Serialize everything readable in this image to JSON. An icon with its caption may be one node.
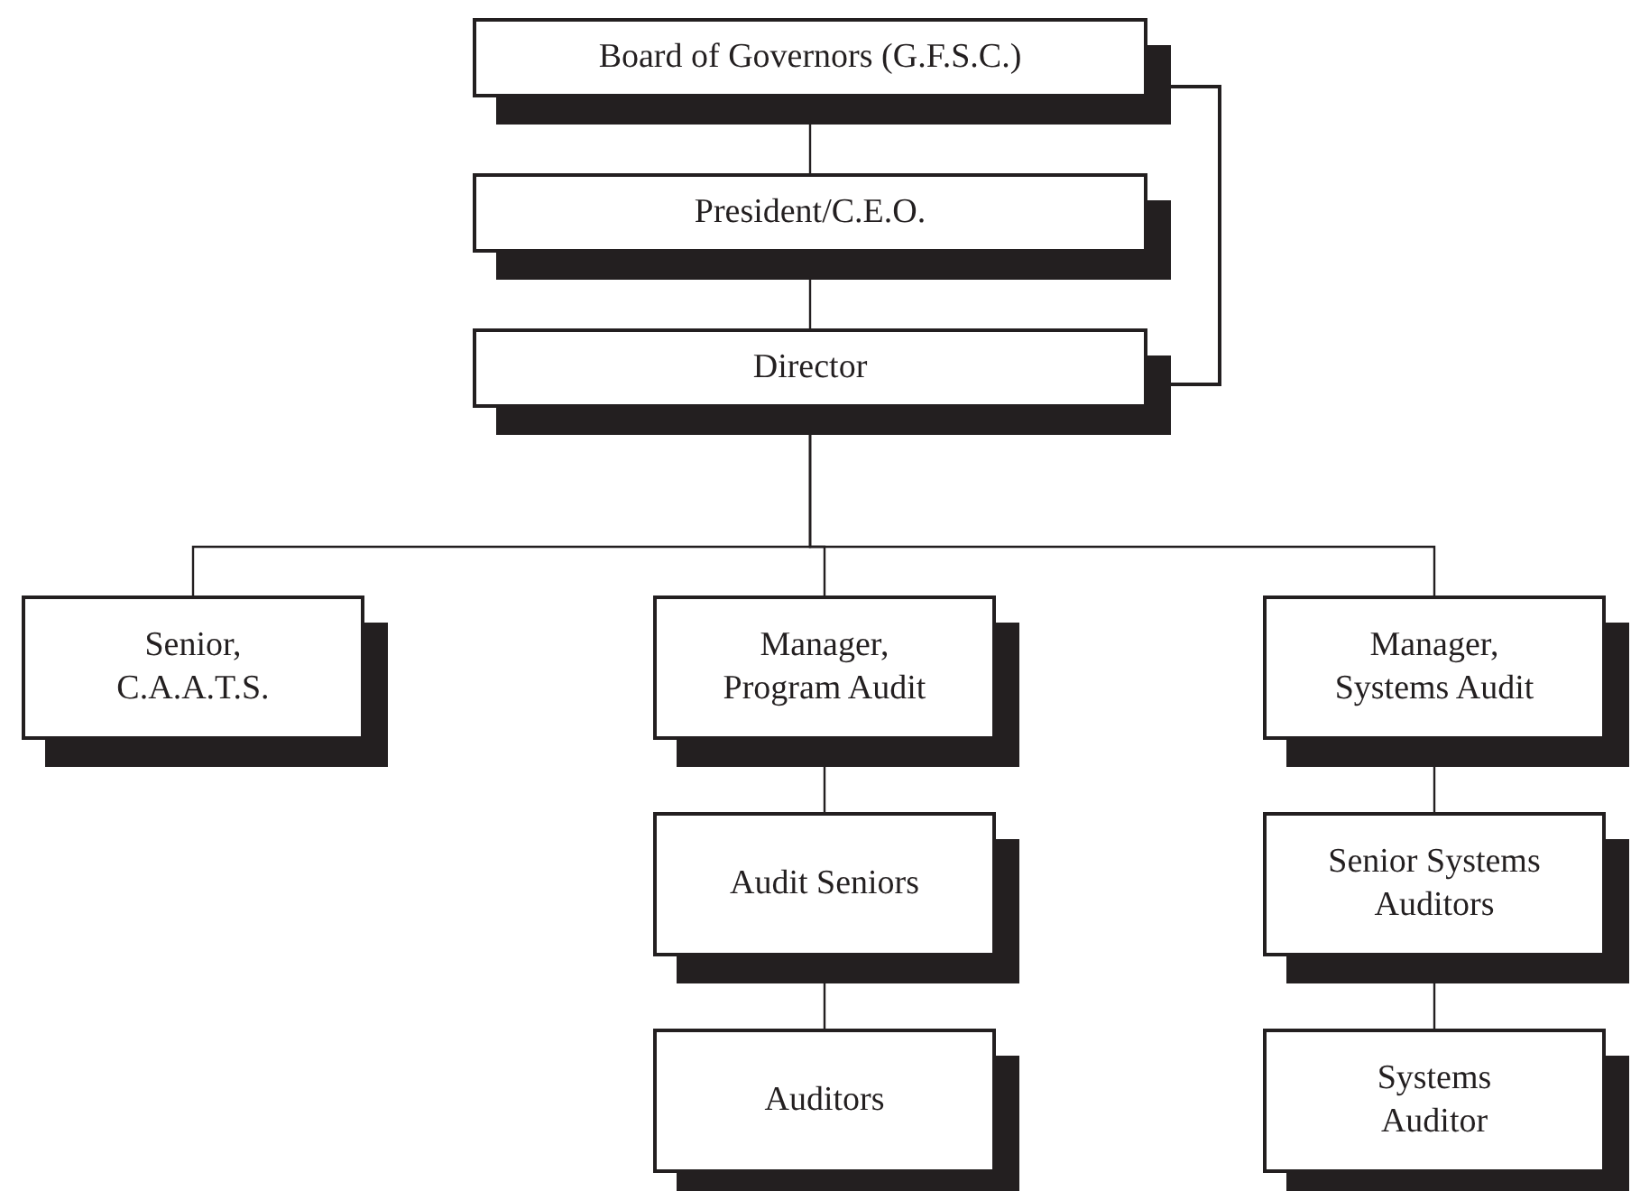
{
  "diagram": {
    "nodes": [
      {
        "text": [
          "Board of Governors (G.F.S.C.)"
        ]
      },
      {
        "text": [
          "President/C.E.O."
        ]
      },
      {
        "text": [
          "Director"
        ]
      },
      {
        "text": [
          "Senior, C.A.A.T.S."
        ]
      },
      {
        "text": [
          "Manager, Program Audit"
        ]
      },
      {
        "text": [
          "Manager, Systems Audit"
        ]
      },
      {
        "text": [
          "Audit Seniors"
        ]
      },
      {
        "text": [
          "Senior Systems Auditors"
        ]
      },
      {
        "text": [
          "Auditors"
        ]
      },
      {
        "text": [
          "Systems Auditor"
        ]
      }
    ],
    "edges": [
      {
        "from": 0,
        "to": 1,
        "arrow": "none"
      },
      {
        "from": 1,
        "to": 2,
        "arrow": "none"
      },
      {
        "from": 0,
        "to": 2,
        "arrow": "none"
      },
      {
        "from": 2,
        "to": 3,
        "arrow": "none"
      },
      {
        "from": 2,
        "to": 4,
        "arrow": "none"
      },
      {
        "from": 2,
        "to": 5,
        "arrow": "none"
      },
      {
        "from": 4,
        "to": 6,
        "arrow": "none"
      },
      {
        "from": 6,
        "to": 8,
        "arrow": "none"
      },
      {
        "from": 5,
        "to": 7,
        "arrow": "none"
      },
      {
        "from": 7,
        "to": 9,
        "arrow": "none"
      }
    ]
  }
}
